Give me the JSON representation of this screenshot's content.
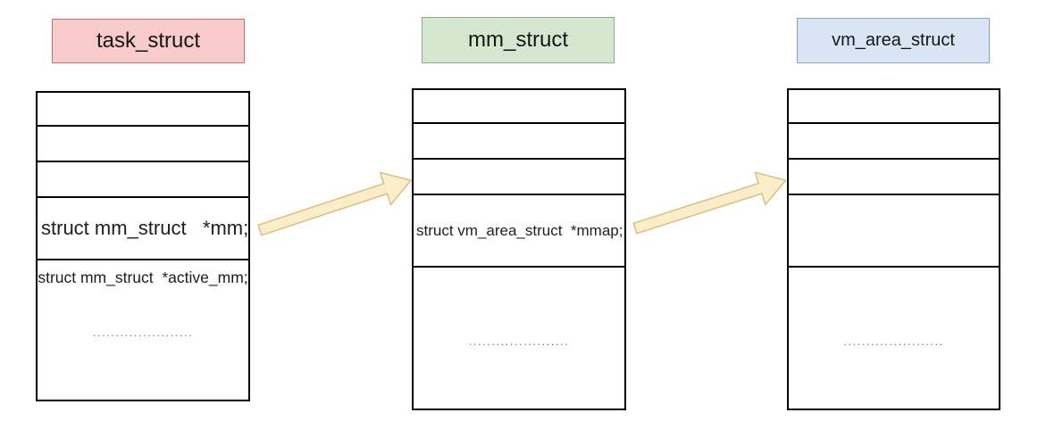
{
  "diagram": {
    "structs": [
      {
        "name": "task_struct",
        "header_fill": "#f6cbca",
        "header_stroke": "#c3726d",
        "fields": {
          "mm": "struct mm_struct   *mm;",
          "active_mm": "struct mm_struct  *active_mm;",
          "dots": "......................"
        }
      },
      {
        "name": "mm_struct",
        "header_fill": "#d6e7d0",
        "header_stroke": "#90aa88",
        "fields": {
          "mmap": "struct vm_area_struct  *mmap;",
          "dots": "......................"
        }
      },
      {
        "name": "vm_area_struct",
        "header_fill": "#d8e5f4",
        "header_stroke": "#8ba3c2",
        "fields": {
          "dots": "......................"
        }
      }
    ],
    "table_border_color": "#000000",
    "dots_color": "#7a7a7a",
    "arrow_fill": "#f9eec8",
    "arrow_stroke": "#d8bf85"
  }
}
